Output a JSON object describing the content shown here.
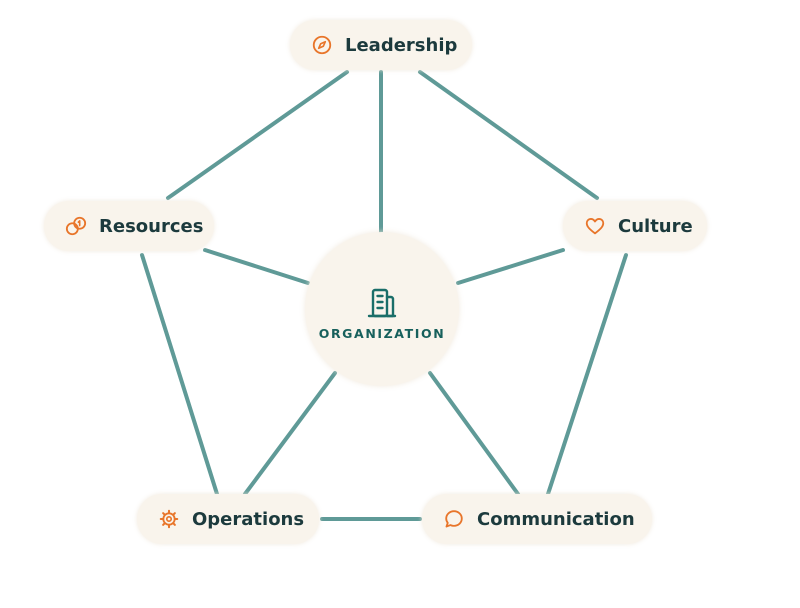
{
  "hub": {
    "label": "ORGANIZATION",
    "icon": "building-icon"
  },
  "nodes": {
    "leadership": {
      "label": "Leadership",
      "icon": "compass-icon"
    },
    "resources": {
      "label": "Resources",
      "icon": "coins-icon"
    },
    "culture": {
      "label": "Culture",
      "icon": "heart-icon"
    },
    "operations": {
      "label": "Operations",
      "icon": "gear-icon"
    },
    "communication": {
      "label": "Communication",
      "icon": "chat-bubble-icon"
    }
  },
  "edges": [
    [
      "leadership",
      "organization"
    ],
    [
      "resources",
      "organization"
    ],
    [
      "culture",
      "organization"
    ],
    [
      "operations",
      "organization"
    ],
    [
      "communication",
      "organization"
    ],
    [
      "leadership",
      "resources"
    ],
    [
      "leadership",
      "culture"
    ],
    [
      "resources",
      "operations"
    ],
    [
      "culture",
      "communication"
    ],
    [
      "operations",
      "communication"
    ]
  ],
  "colors": {
    "edge": "#5f9a97",
    "node_background": "#f9f4ec",
    "hub_text": "#17605c",
    "node_text": "#1c3a3d",
    "icon_accent": "#e8752a"
  }
}
